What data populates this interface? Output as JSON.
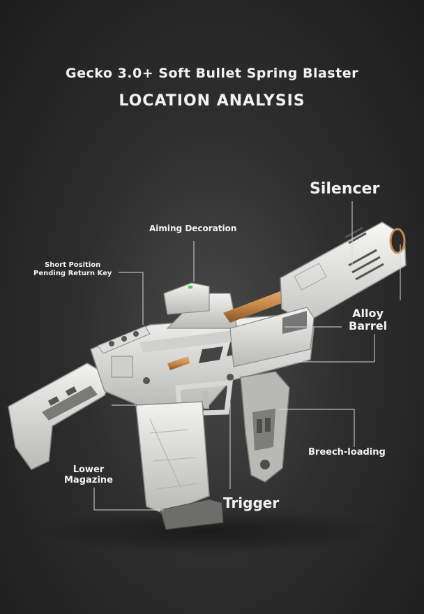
{
  "header": {
    "title": "Gecko 3.0+ Soft Bullet Spring Blaster",
    "subtitle": "LOCATION ANALYSIS"
  },
  "labels": {
    "silencer": "Silencer",
    "aiming": "Aiming Decoration",
    "short_line1": "Short Position",
    "short_line2": "Pending Return Key",
    "alloy_line1": "Alloy",
    "alloy_line2": "Barrel",
    "breech": "Breech-loading",
    "lower_line1": "Lower",
    "lower_line2": "Magazine",
    "trigger": "Trigger"
  },
  "colors": {
    "body": "#e4e4e2",
    "shadow": "#9a9a98",
    "barrel": "#c98a4a",
    "leader": "#d8d8d8"
  }
}
